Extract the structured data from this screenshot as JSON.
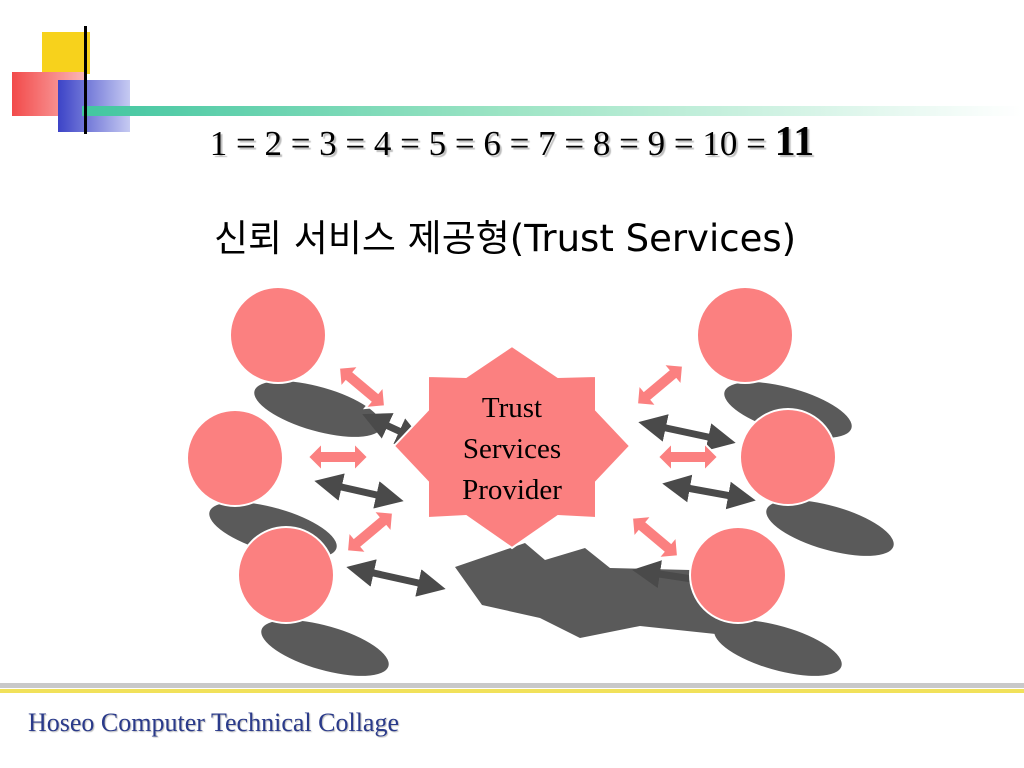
{
  "slide": {
    "equation": "1 = 2 = 3 = 4 = 5 = 6 = 7 = 8 = 9 = 10 = ",
    "equation_result": "11",
    "title": "신뢰 서비스 제공형(Trust Services)",
    "footer": "Hoseo Computer Technical Collage"
  },
  "diagram": {
    "center_lines": [
      "Trust",
      "Services",
      "Provider"
    ],
    "participant_count": 6,
    "colors": {
      "node": "#fb8080",
      "shadow": "#5a5a5a",
      "center": "#fb8080",
      "accent_yellow": "#f7d21c",
      "accent_blue": "#3c43c7",
      "accent_red": "#f24a4a",
      "accent_green": "#7fdcb0"
    }
  }
}
